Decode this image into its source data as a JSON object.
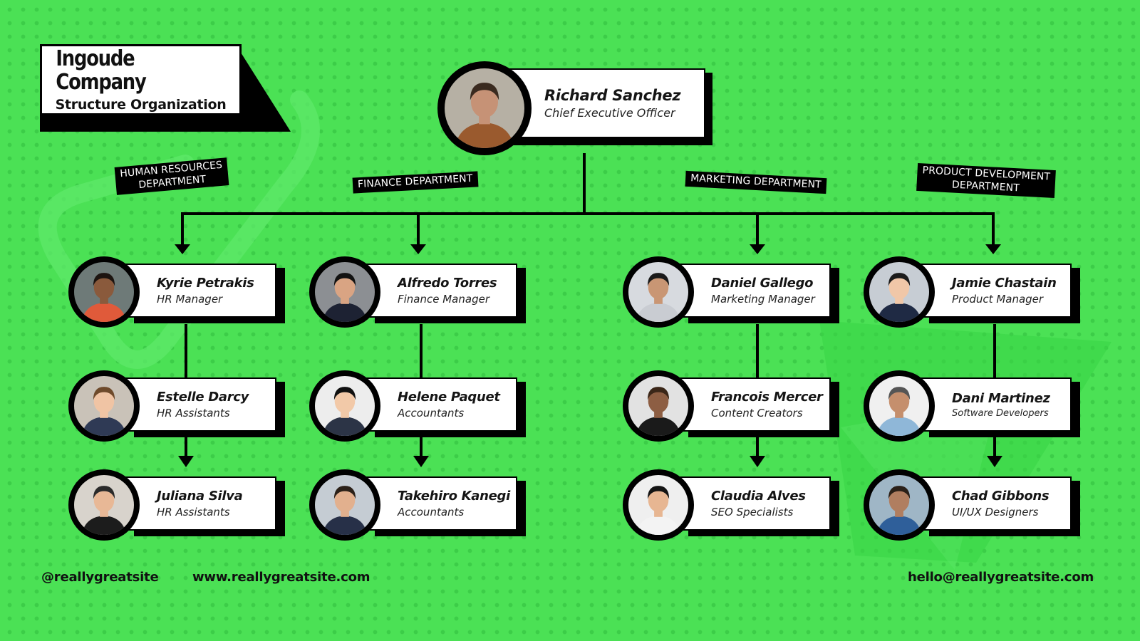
{
  "header": {
    "company_name": "Ingoude Company",
    "subtitle": "Structure Organization"
  },
  "departments": [
    {
      "id": "hr",
      "label_line1": "HUMAN RESOURCES",
      "label_line2": "DEPARTMENT"
    },
    {
      "id": "finance",
      "label_line1": "FINANCE DEPARTMENT",
      "label_line2": ""
    },
    {
      "id": "marketing",
      "label_line1": "MARKETING DEPARTMENT",
      "label_line2": ""
    },
    {
      "id": "product",
      "label_line1": "PRODUCT DEVELOPMENT",
      "label_line2": "DEPARTMENT"
    }
  ],
  "ceo": {
    "name": "Richard Sanchez",
    "role": "Chief Executive Officer",
    "avatar": "avatar-photo"
  },
  "columns": [
    {
      "dept": "hr",
      "members": [
        {
          "name": "Kyrie Petrakis",
          "role": "HR Manager"
        },
        {
          "name": "Estelle Darcy",
          "role": "HR Assistants"
        },
        {
          "name": "Juliana Silva",
          "role": "HR Assistants"
        }
      ]
    },
    {
      "dept": "finance",
      "members": [
        {
          "name": "Alfredo Torres",
          "role": "Finance Manager"
        },
        {
          "name": "Helene Paquet",
          "role": "Accountants"
        },
        {
          "name": "Takehiro Kanegi",
          "role": "Accountants"
        }
      ]
    },
    {
      "dept": "marketing",
      "members": [
        {
          "name": "Daniel Gallego",
          "role": "Marketing Manager"
        },
        {
          "name": "Francois Mercer",
          "role": "Content Creators"
        },
        {
          "name": "Claudia Alves",
          "role": "SEO Specialists"
        }
      ]
    },
    {
      "dept": "product",
      "members": [
        {
          "name": "Jamie Chastain",
          "role": "Product Manager"
        },
        {
          "name": "Dani Martinez",
          "role": "Software Developers"
        },
        {
          "name": "Chad Gibbons",
          "role": "UI/UX Designers"
        }
      ]
    }
  ],
  "footer": {
    "social": "@reallygreatsite",
    "website": "www.reallygreatsite.com",
    "email": "hello@reallygreatsite.com"
  },
  "colors": {
    "background": "#4be155",
    "dots": "#3ccd48",
    "accent": "#000000",
    "card": "#ffffff"
  }
}
